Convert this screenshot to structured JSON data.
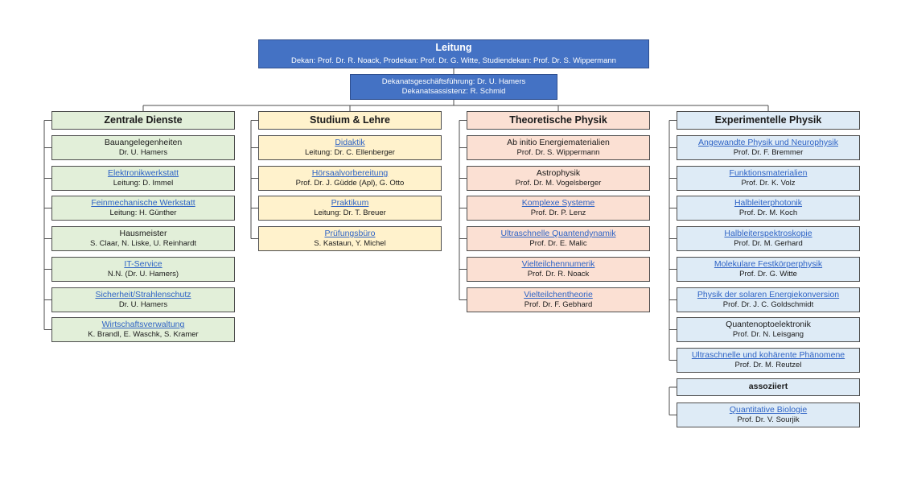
{
  "leitung": {
    "title": "Leitung",
    "subtitle": "Dekan: Prof. Dr. R. Noack, Prodekan: Prof. Dr. G. Witte, Studiendekan: Prof. Dr. S. Wippermann"
  },
  "dekanat": {
    "line1": "Dekanatsgeschäftsführung: Dr. U. Hamers",
    "line2": "Dekanatsassistenz: R. Schmid"
  },
  "colors": {
    "lead": "#4472c4",
    "zentrale": "#e2efd9",
    "studium": "#fff2cc",
    "theorie": "#fbe0d3",
    "experiment": "#deebf6",
    "link": "#2e63c5"
  },
  "columns": [
    {
      "title": "Zentrale Dienste",
      "items": [
        {
          "title": "Bauangelegenheiten",
          "sub": "Dr. U. Hamers",
          "link": false
        },
        {
          "title": "Elektronikwerkstatt",
          "sub": "Leitung: D. Immel",
          "link": true
        },
        {
          "title": "Feinmechanische Werkstatt",
          "sub": "Leitung: H. Günther",
          "link": true
        },
        {
          "title": "Hausmeister",
          "sub": "S. Claar, N. Liske, U. Reinhardt",
          "link": false
        },
        {
          "title": "IT-Service",
          "sub": "N.N. (Dr. U. Hamers)",
          "link": true
        },
        {
          "title": "Sicherheit/Strahlenschutz",
          "sub": "Dr. U. Hamers",
          "link": true
        },
        {
          "title": "Wirtschaftsverwaltung",
          "sub": "K. Brandl, E. Waschk, S. Kramer",
          "link": true
        }
      ]
    },
    {
      "title": "Studium & Lehre",
      "items": [
        {
          "title": "Didaktik",
          "sub": "Leitung: Dr. C. Ellenberger",
          "link": true
        },
        {
          "title": "Hörsaalvorbereitung",
          "sub": "Prof. Dr. J. Güdde (Apl), G. Otto",
          "link": true
        },
        {
          "title": "Praktikum",
          "sub": "Leitung: Dr. T. Breuer",
          "link": true
        },
        {
          "title": "Prüfungsbüro",
          "sub": "S. Kastaun, Y. Michel",
          "link": true
        }
      ]
    },
    {
      "title": "Theoretische Physik",
      "items": [
        {
          "title": "Ab initio Energiematerialien",
          "sub": "Prof. Dr. S. Wippermann",
          "link": false
        },
        {
          "title": "Astrophysik",
          "sub": "Prof. Dr. M. Vogelsberger",
          "link": false
        },
        {
          "title": "Komplexe Systeme",
          "sub": "Prof. Dr. P. Lenz",
          "link": true
        },
        {
          "title": "Ultraschnelle Quantendynamik",
          "sub": "Prof. Dr. E. Malic",
          "link": true
        },
        {
          "title": "Vielteilchennumerik",
          "sub": "Prof. Dr. R. Noack",
          "link": true
        },
        {
          "title": "Vielteilchentheorie",
          "sub": "Prof. Dr. F. Gebhard",
          "link": true
        }
      ]
    },
    {
      "title": "Experimentelle Physik",
      "items": [
        {
          "title": "Angewandte Physik und Neurophysik",
          "sub": "Prof. Dr. F. Bremmer",
          "link": true
        },
        {
          "title": "Funktionsmaterialien",
          "sub": "Prof. Dr. K. Volz",
          "link": true
        },
        {
          "title": "Halbleiterphotonik",
          "sub": "Prof. Dr. M. Koch",
          "link": true
        },
        {
          "title": "Halbleiterspektroskopie",
          "sub": "Prof. Dr. M. Gerhard",
          "link": true
        },
        {
          "title": "Molekulare Festkörperphysik",
          "sub": "Prof. Dr. G. Witte",
          "link": true
        },
        {
          "title": "Physik der solaren Energiekonversion",
          "sub": "Prof. Dr. J. C. Goldschmidt",
          "link": true
        },
        {
          "title": "Quantenoptoelektronik",
          "sub": "Prof. Dr. N. Leisgang",
          "link": false
        },
        {
          "title": "Ultraschnelle und kohärente Phänomene",
          "sub": "Prof. Dr. M. Reutzel",
          "link": true
        }
      ],
      "associated": {
        "title": "assoziiert",
        "items": [
          {
            "title": "Quantitative Biologie",
            "sub": "Prof. Dr. V. Sourjik",
            "link": true
          }
        ]
      }
    }
  ]
}
